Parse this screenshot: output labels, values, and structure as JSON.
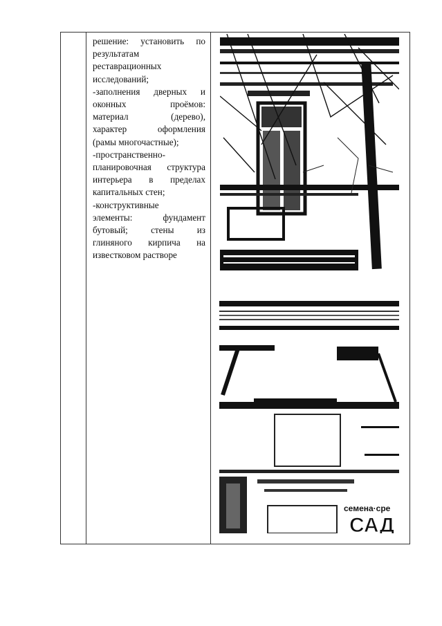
{
  "document": {
    "language": "ru",
    "table": {
      "columns": [
        "number",
        "description",
        "photos"
      ],
      "row": {
        "number": "",
        "description_lines": [
          {
            "parts": [
              "решение:",
              "установить",
              "по"
            ]
          },
          {
            "parts": [
              "результатам"
            ]
          },
          {
            "parts": [
              "реставрационных"
            ]
          },
          {
            "parts": [
              "исследований;"
            ]
          },
          {
            "parts": [
              "-заполнения",
              "дверных",
              "и"
            ]
          },
          {
            "parts": [
              "оконных",
              "проёмов:"
            ]
          },
          {
            "parts": [
              "материал",
              "(дерево),"
            ]
          },
          {
            "parts": [
              "характер",
              "оформления"
            ]
          },
          {
            "parts": [
              "(рамы многочастные);"
            ]
          },
          {
            "parts": [
              "-пространственно-"
            ]
          },
          {
            "parts": [
              "планировочная",
              "структура"
            ]
          },
          {
            "parts": [
              "интерьера",
              "в",
              "пределах"
            ]
          },
          {
            "parts": [
              "капитальных стен;"
            ]
          },
          {
            "parts": [
              "-конструктивные"
            ]
          },
          {
            "parts": [
              "элементы:",
              "фундамент"
            ]
          },
          {
            "parts": [
              "бутовый;",
              "стены",
              "из"
            ]
          },
          {
            "parts": [
              "глиняного",
              "кирпича",
              "на"
            ]
          },
          {
            "parts": [
              "известковом растворе"
            ]
          }
        ],
        "photos": [
          {
            "name": "facade-window-photo",
            "description": "Black-and-white photo of building facade with tall multi-pane window, bare tree branches and drainpipe"
          },
          {
            "name": "facade-cornice-photo",
            "description": "Black-and-white photo of facade cornice and window surrounds with shop sign"
          }
        ],
        "photo_sign_text": {
          "line1": "семена·сре",
          "line2": "САД"
        }
      }
    }
  }
}
